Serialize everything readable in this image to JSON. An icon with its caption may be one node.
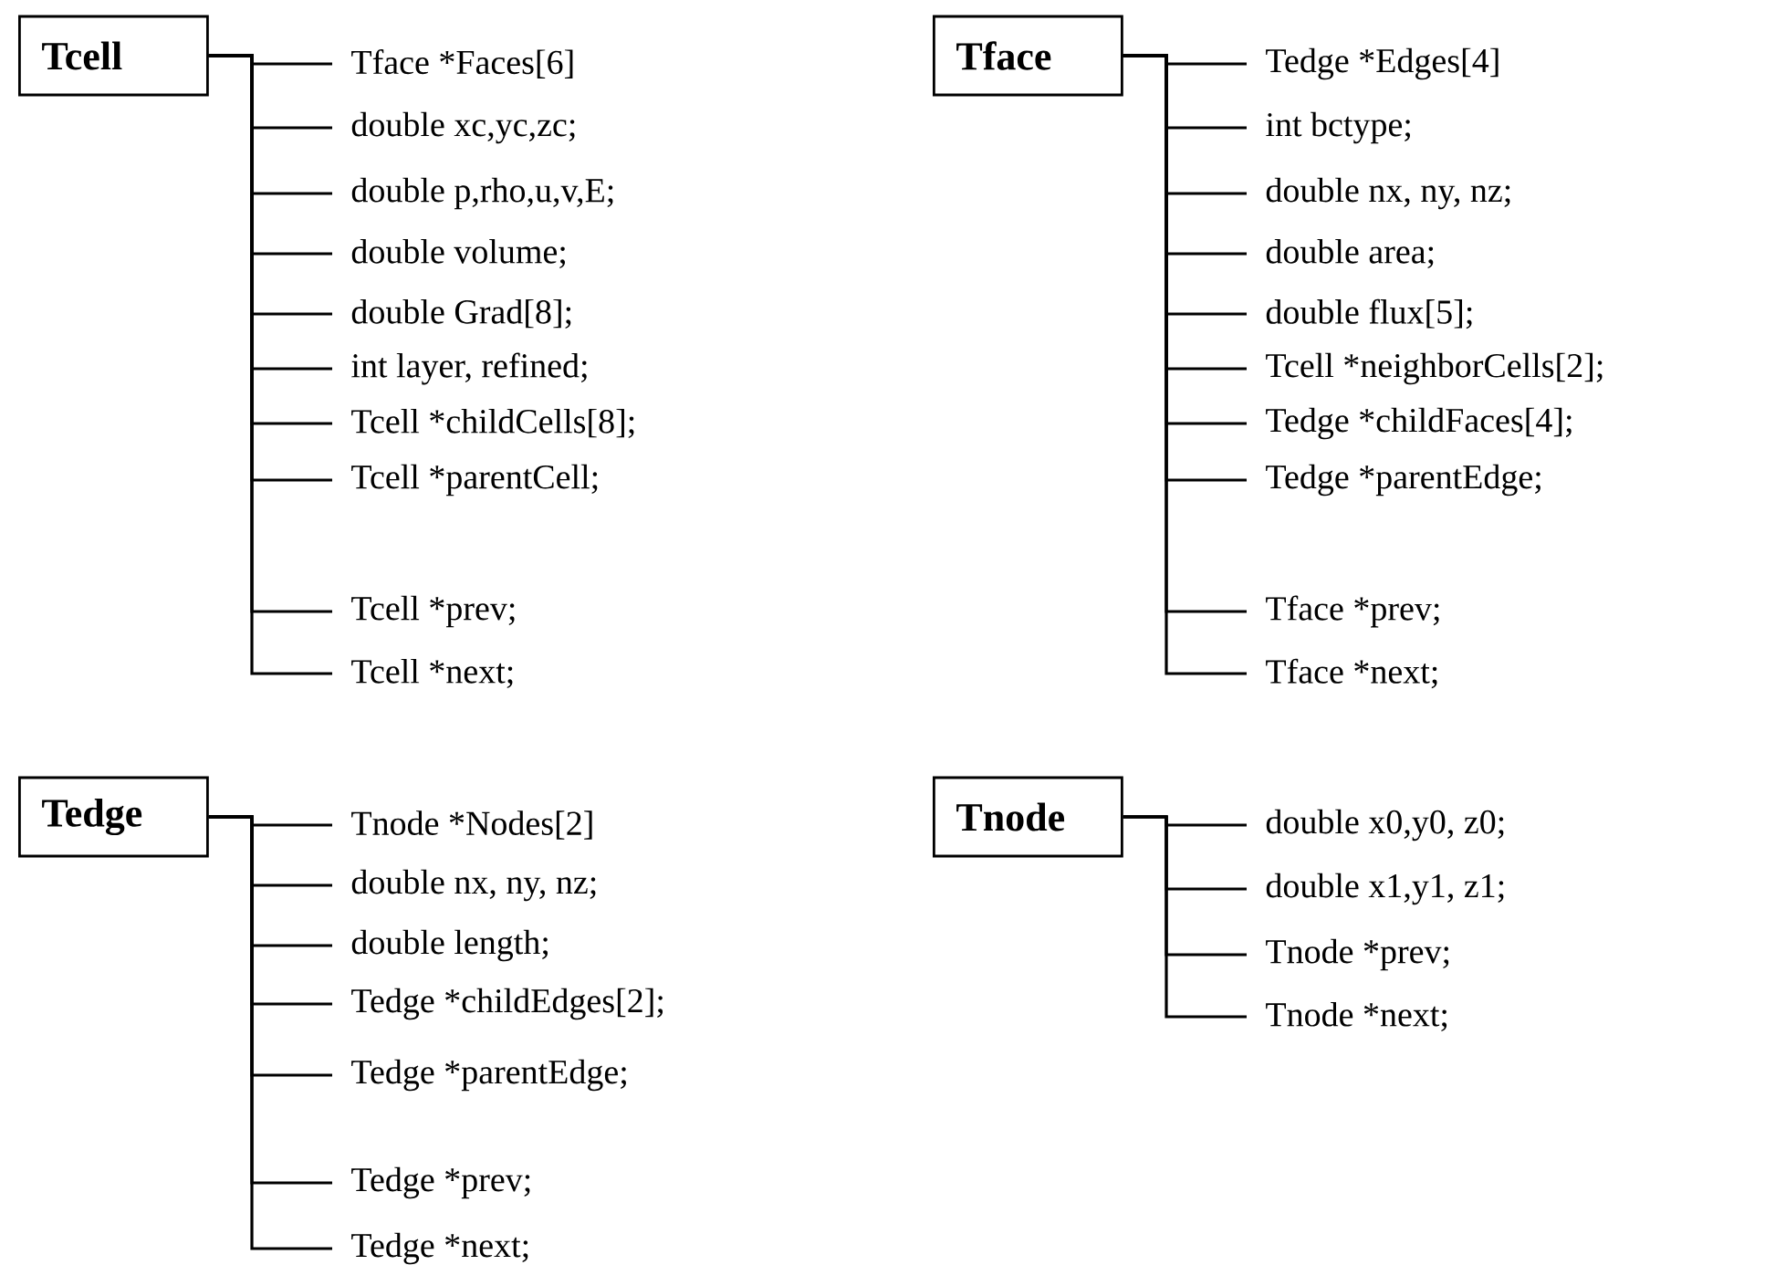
{
  "diagram": {
    "nodes": [
      {
        "text": [
          "Tcell"
        ]
      },
      {
        "text": [
          "Tface *Faces[6]"
        ]
      },
      {
        "text": [
          "double xc,yc,zc;"
        ]
      },
      {
        "text": [
          "double p,rho,u,v,E;"
        ]
      },
      {
        "text": [
          "double volume;"
        ]
      },
      {
        "text": [
          "double Grad[8];"
        ]
      },
      {
        "text": [
          "int layer, refined;"
        ]
      },
      {
        "text": [
          "Tcell *childCells[8];"
        ]
      },
      {
        "text": [
          "Tcell *parentCell;"
        ]
      },
      {
        "text": [
          "Tcell *prev;"
        ]
      },
      {
        "text": [
          "Tcell *next;"
        ]
      },
      {
        "text": [
          "Tface"
        ]
      },
      {
        "text": [
          "Tedge *Edges[4]"
        ]
      },
      {
        "text": [
          "int bctype;"
        ]
      },
      {
        "text": [
          "double nx, ny, nz;"
        ]
      },
      {
        "text": [
          "double area;"
        ]
      },
      {
        "text": [
          "double flux[5];"
        ]
      },
      {
        "text": [
          "Tcell *neighborCells[2];"
        ]
      },
      {
        "text": [
          "Tedge *childFaces[4];"
        ]
      },
      {
        "text": [
          "Tedge *parentEdge;"
        ]
      },
      {
        "text": [
          "Tface *prev;"
        ]
      },
      {
        "text": [
          "Tface *next;"
        ]
      },
      {
        "text": [
          "Tedge"
        ]
      },
      {
        "text": [
          "Tnode *Nodes[2]"
        ]
      },
      {
        "text": [
          "double nx, ny, nz;"
        ]
      },
      {
        "text": [
          "double length;"
        ]
      },
      {
        "text": [
          "Tedge *childEdges[2];"
        ]
      },
      {
        "text": [
          "Tedge *parentEdge;"
        ]
      },
      {
        "text": [
          "Tedge *prev;"
        ]
      },
      {
        "text": [
          "Tedge *next;"
        ]
      },
      {
        "text": [
          "Tnode"
        ]
      },
      {
        "text": [
          "double x0,y0, z0;"
        ]
      },
      {
        "text": [
          "double x1,y1, z1;"
        ]
      },
      {
        "text": [
          "Tnode *prev;"
        ]
      },
      {
        "text": [
          "Tnode *next;"
        ]
      }
    ],
    "edges": [
      {
        "from": 0,
        "to": 1,
        "arrow": "none"
      },
      {
        "from": 0,
        "to": 2,
        "arrow": "none"
      },
      {
        "from": 0,
        "to": 3,
        "arrow": "none"
      },
      {
        "from": 0,
        "to": 4,
        "arrow": "none"
      },
      {
        "from": 0,
        "to": 5,
        "arrow": "none"
      },
      {
        "from": 0,
        "to": 6,
        "arrow": "none"
      },
      {
        "from": 0,
        "to": 7,
        "arrow": "none"
      },
      {
        "from": 0,
        "to": 8,
        "arrow": "none"
      },
      {
        "from": 0,
        "to": 9,
        "arrow": "none"
      },
      {
        "from": 0,
        "to": 10,
        "arrow": "none"
      },
      {
        "from": 11,
        "to": 12,
        "arrow": "none"
      },
      {
        "from": 11,
        "to": 13,
        "arrow": "none"
      },
      {
        "from": 11,
        "to": 14,
        "arrow": "none"
      },
      {
        "from": 11,
        "to": 15,
        "arrow": "none"
      },
      {
        "from": 11,
        "to": 16,
        "arrow": "none"
      },
      {
        "from": 11,
        "to": 17,
        "arrow": "none"
      },
      {
        "from": 11,
        "to": 18,
        "arrow": "none"
      },
      {
        "from": 11,
        "to": 19,
        "arrow": "none"
      },
      {
        "from": 11,
        "to": 20,
        "arrow": "none"
      },
      {
        "from": 11,
        "to": 21,
        "arrow": "none"
      },
      {
        "from": 22,
        "to": 23,
        "arrow": "none"
      },
      {
        "from": 22,
        "to": 24,
        "arrow": "none"
      },
      {
        "from": 22,
        "to": 25,
        "arrow": "none"
      },
      {
        "from": 22,
        "to": 26,
        "arrow": "none"
      },
      {
        "from": 22,
        "to": 27,
        "arrow": "none"
      },
      {
        "from": 22,
        "to": 28,
        "arrow": "none"
      },
      {
        "from": 22,
        "to": 29,
        "arrow": "none"
      },
      {
        "from": 30,
        "to": 31,
        "arrow": "none"
      },
      {
        "from": 30,
        "to": 32,
        "arrow": "none"
      },
      {
        "from": 30,
        "to": 33,
        "arrow": "none"
      },
      {
        "from": 30,
        "to": 34,
        "arrow": "none"
      }
    ]
  }
}
